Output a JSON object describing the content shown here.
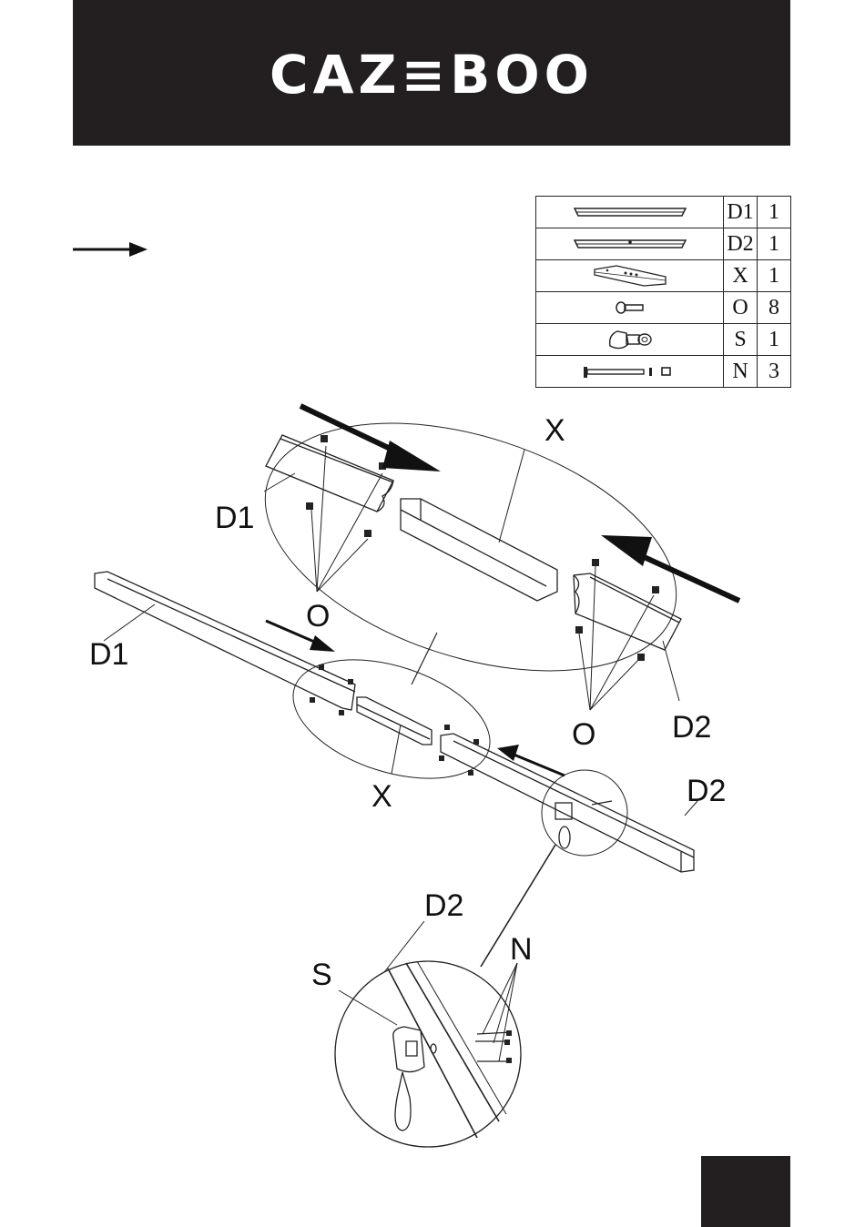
{
  "brand": {
    "logo": "CAZ≡BOO"
  },
  "parts": [
    {
      "icon": "long-beam-icon",
      "code": "D1",
      "qty": "1"
    },
    {
      "icon": "long-beam-with-hole-icon",
      "code": "D2",
      "qty": "1"
    },
    {
      "icon": "connector-channel-icon",
      "code": "X",
      "qty": "1"
    },
    {
      "icon": "bolt-icon",
      "code": "O",
      "qty": "8"
    },
    {
      "icon": "hanger-bracket-icon",
      "code": "S",
      "qty": "1"
    },
    {
      "icon": "long-bolt-icon",
      "code": "N",
      "qty": "3"
    }
  ],
  "labels": {
    "x_top": "X",
    "d1_top": "D1",
    "o_top_left": "O",
    "o_top_right": "O",
    "d2_top": "D2",
    "d1_main": "D1",
    "x_main": "X",
    "d2_main": "D2",
    "d2_detail": "D2",
    "s_detail": "S",
    "n_detail": "N"
  },
  "colors": {
    "header": "#231f20",
    "ink": "#111111"
  }
}
